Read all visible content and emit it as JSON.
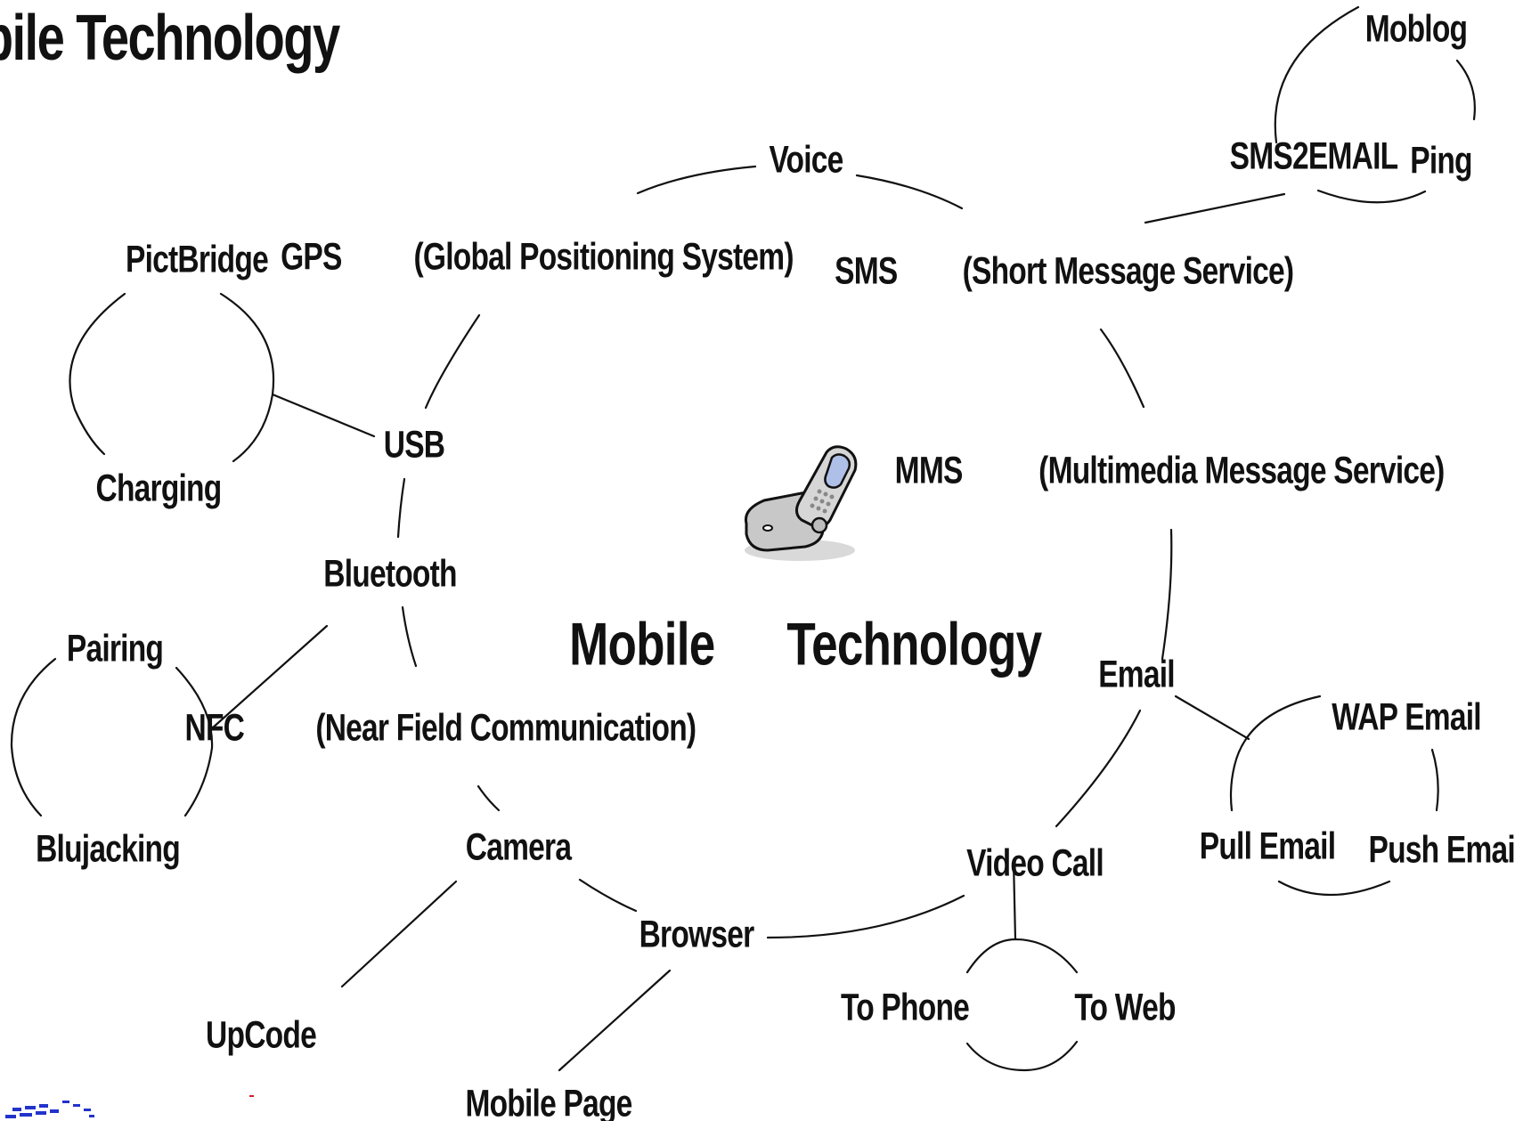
{
  "title": "obile Technology",
  "center": {
    "line1": "Mobile",
    "line2": "Technology",
    "icon": "flip-phone-icon"
  },
  "nodes": {
    "moblog": "Moblog",
    "sms2email": "SMS2EMAIL",
    "ping": "Ping",
    "voice": "Voice",
    "gps": {
      "line1": "GPS",
      "line2": "(Global Positioning System)"
    },
    "sms": {
      "line1": "SMS",
      "line2": "(Short Message Service)"
    },
    "pictbridge": "PictBridge",
    "charging": "Charging",
    "usb": "USB",
    "mms": {
      "line1": "MMS",
      "line2": "(Multimedia Message Service)"
    },
    "bluetooth": "Bluetooth",
    "pairing": "Pairing",
    "blujacking": "Blujacking",
    "nfc": {
      "line1": "NFC",
      "line2": "(Near Field Communication)"
    },
    "email": "Email",
    "wap_email": "WAP Email",
    "pull_email": "Pull Email",
    "push_email": "Push Email",
    "camera": "Camera",
    "video_call": "Video Call",
    "browser": "Browser",
    "to_phone": "To Phone",
    "to_web": "To Web",
    "upcode": "UpCode",
    "mobile_page": "Mobile Page"
  },
  "colors": {
    "text": "#111111",
    "background": "#ffffff",
    "logo_accent": "#2233cc"
  }
}
